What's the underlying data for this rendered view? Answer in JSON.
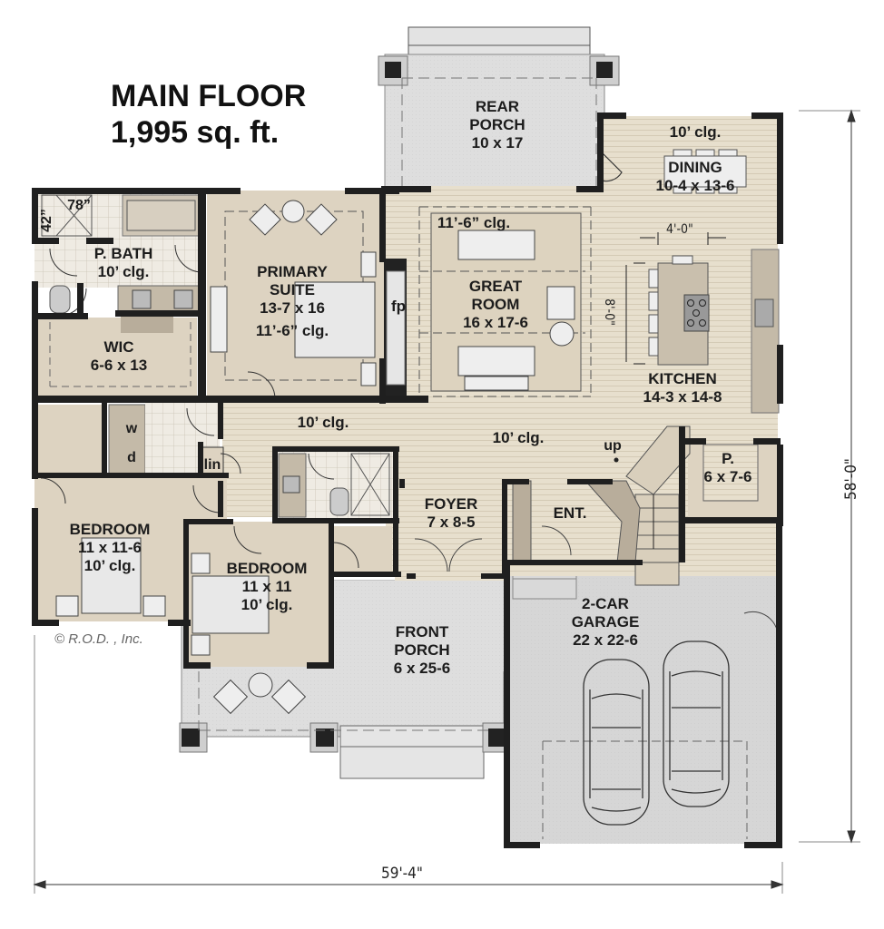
{
  "header": {
    "title": "MAIN FLOOR",
    "area": "1,995 sq. ft."
  },
  "rooms": {
    "rear_porch": {
      "name_line1": "REAR",
      "name_line2": "PORCH",
      "size": "10 x 17"
    },
    "dining": {
      "ceiling": "10’ clg.",
      "name": "DINING",
      "size": "10-4 x 13-6"
    },
    "p_bath": {
      "name": "P. BATH",
      "ceiling": "10’ clg.",
      "shower_width": "78”",
      "shower_depth": "42”"
    },
    "primary_suite": {
      "name_line1": "PRIMARY",
      "name_line2": "SUITE",
      "size": "13-7 x 16",
      "ceiling": "11’-6” clg."
    },
    "wic": {
      "name": "WIC",
      "size": "6-6 x 13"
    },
    "fireplace": {
      "name": "fp"
    },
    "great_room": {
      "ceiling": "11’-6” clg.",
      "name_line1": "GREAT",
      "name_line2": "ROOM",
      "size": "16 x 17-6"
    },
    "kitchen": {
      "name": "KITCHEN",
      "size": "14-3 x 14-8",
      "island_width": "4'-0\"",
      "island_length": "8'-0\""
    },
    "hall_left": {
      "ceiling": "10’ clg."
    },
    "hall_center": {
      "ceiling": "10’ clg."
    },
    "laundry": {
      "washer": "w",
      "dryer": "d"
    },
    "linen": {
      "name": "lin"
    },
    "stairs": {
      "label": "up"
    },
    "pantry": {
      "name": "P.",
      "size": "6 x 7-6"
    },
    "bedroom_left": {
      "name": "BEDROOM",
      "size": "11 x 11-6",
      "ceiling": "10’ clg."
    },
    "bedroom_center": {
      "name": "BEDROOM",
      "size": "11 x 11",
      "ceiling": "10’ clg."
    },
    "foyer": {
      "name": "FOYER",
      "size": "7 x 8-5"
    },
    "entry": {
      "name": "ENT."
    },
    "front_porch": {
      "name_line1": "FRONT",
      "name_line2": "PORCH",
      "size": "6 x 25-6"
    },
    "garage": {
      "name_line1": "2-CAR",
      "name_line2": "GARAGE",
      "size": "22 x 22-6"
    }
  },
  "dimensions": {
    "overall_width": "59'-4\"",
    "overall_depth": "58'-0\""
  },
  "copyright": "© R.O.D. , Inc.",
  "colors": {
    "wall": "#1f1f1f",
    "room_fill": "#ddd3c1",
    "floor_wood": "#e6ddcb",
    "porch_fill": "#dcdcdc",
    "tile": "#ece8df",
    "cabinet": "#b8ad9b"
  }
}
